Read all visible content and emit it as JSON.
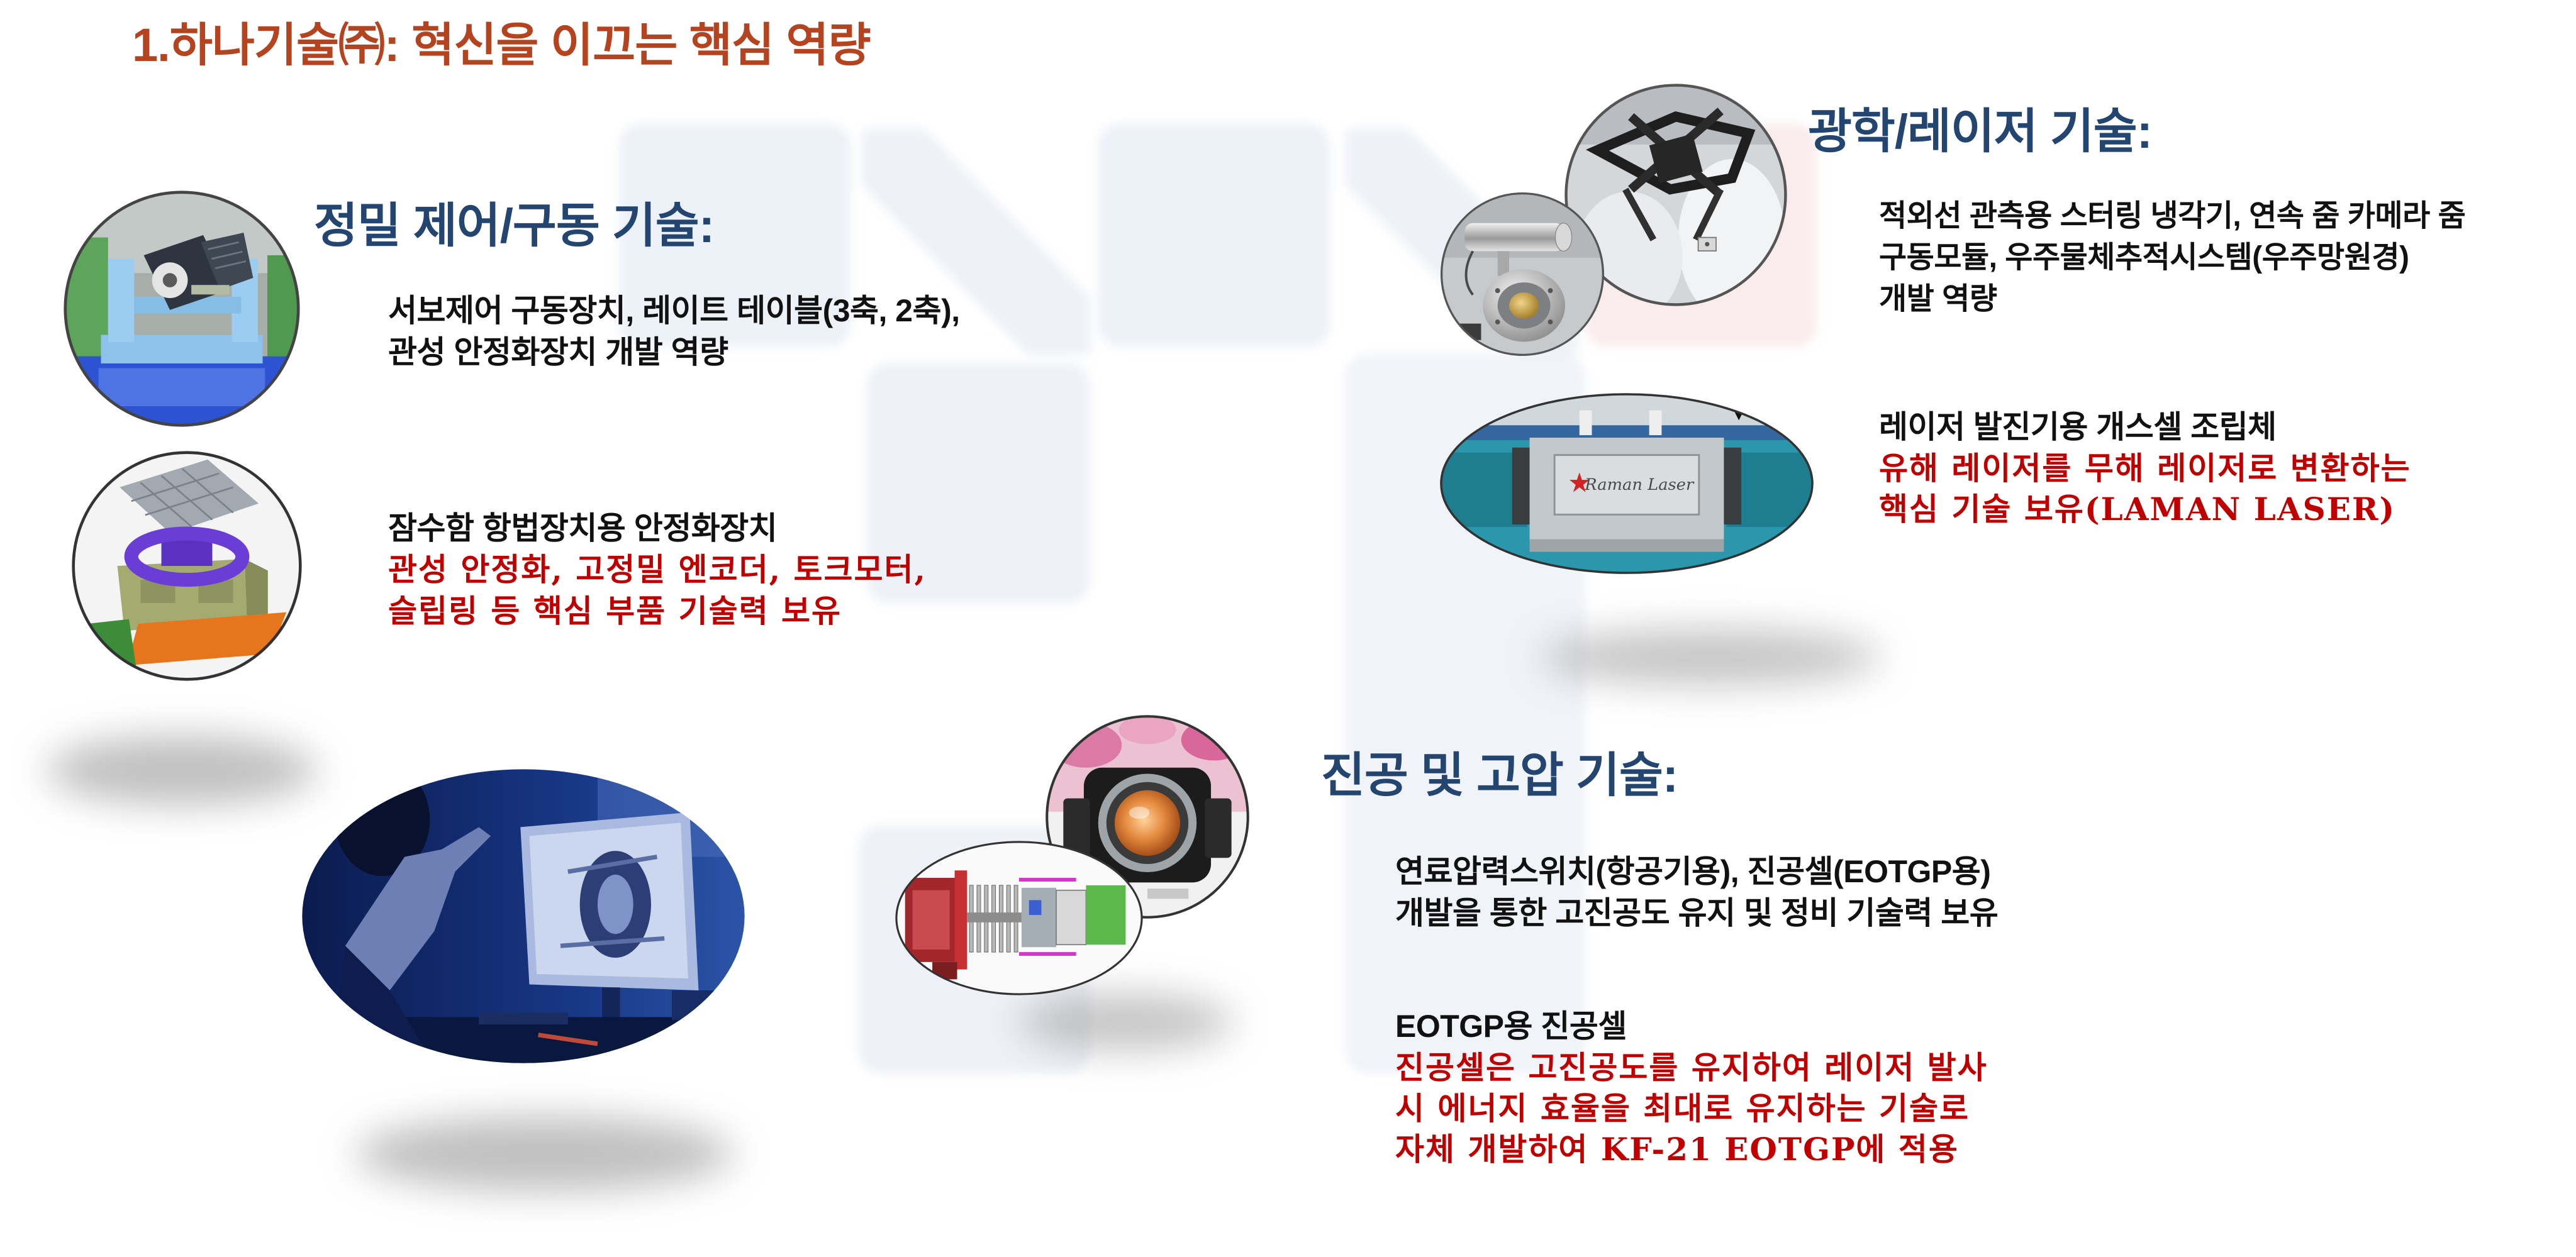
{
  "slide": {
    "title": "1.하나기술㈜: 혁신을 이끄는 핵심 역량"
  },
  "precision_control": {
    "heading": "정밀 제어/구동 기술:",
    "summary": [
      "서보제어 구동장치, 레이트 테이블(3축, 2축),",
      "관성 안정화장치 개발 역량"
    ],
    "product": "잠수함 항법장치용 안정화장치",
    "highlight": [
      "관성 안정화, 고정밀 엔코더, 토크모터,",
      "슬립링 등 핵심 부품 기술력 보유"
    ]
  },
  "optics_laser": {
    "heading": "광학/레이저 기술:",
    "summary": [
      "적외선 관측용 스터링 냉각기, 연속 줌 카메라 줌",
      "구동모듈, 우주물체추적시스템(우주망원경)",
      "개발 역량"
    ],
    "product": "레이저 발진기용 개스셀 조립체",
    "highlight": [
      "유해 레이저를 무해 레이저로 변환하는",
      "핵심 기술 보유(LAMAN LASER)"
    ],
    "device_label": "Raman Laser"
  },
  "vacuum_pressure": {
    "heading": "진공 및 고압 기술:",
    "summary": [
      "연료압력스위치(항공기용), 진공셀(EOTGP용)",
      "개발을 통한 고진공도 유지 및 정비 기술력 보유"
    ],
    "product": "EOTGP용 진공셀",
    "highlight": [
      "진공셀은 고진공도를 유지하여 레이저 발사",
      "시 에너지 효율을 최대로 유지하는 기술로",
      "자체 개발하여 KF-21 EOTGP에 적용"
    ]
  },
  "colors": {
    "title": "#b5431f",
    "heading": "#23456f",
    "body": "#111111",
    "highlight": "#c00000"
  }
}
